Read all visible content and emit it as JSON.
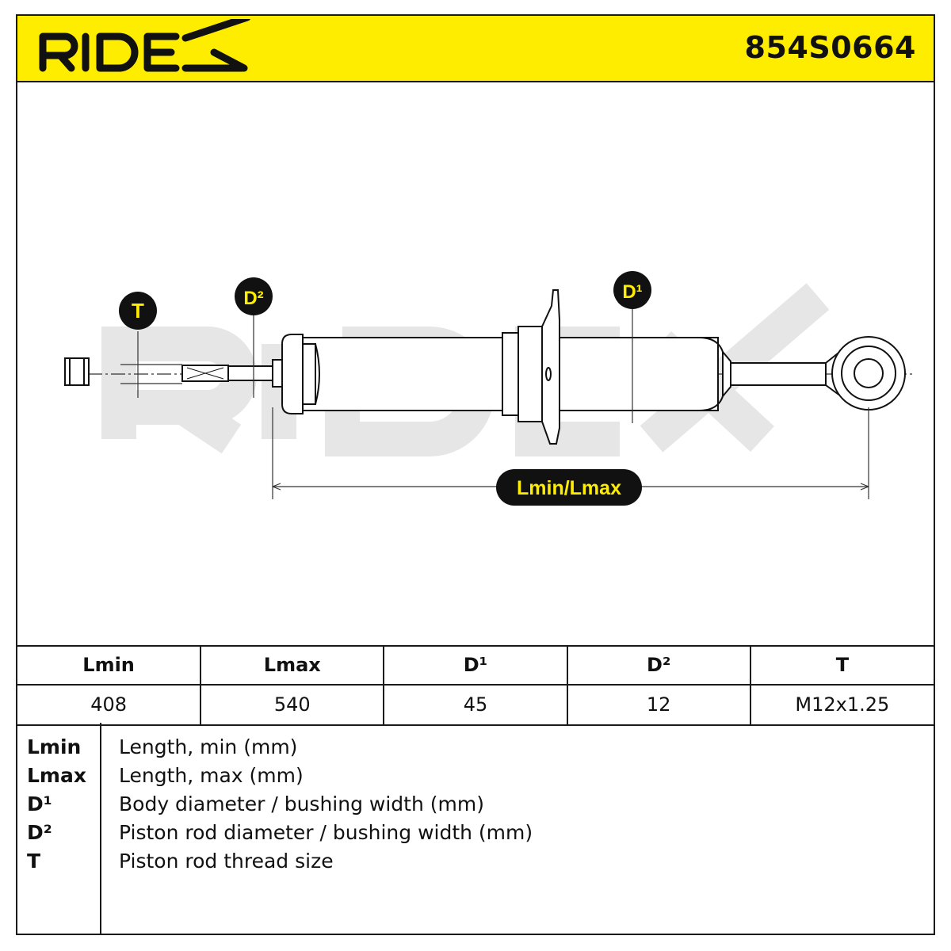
{
  "header": {
    "brand": "RIDEX",
    "part_number": "854S0664",
    "background_color": "#ffed00"
  },
  "drawing": {
    "watermark": "RIDEX",
    "labels": {
      "t": "T",
      "d2": "D²",
      "d1": "D¹",
      "length": "Lmin/Lmax"
    }
  },
  "specs": {
    "columns": [
      "Lmin",
      "Lmax",
      "D¹",
      "D²",
      "T"
    ],
    "values": [
      "408",
      "540",
      "45",
      "12",
      "M12x1.25"
    ]
  },
  "legend": [
    {
      "key": "Lmin",
      "desc": "Length, min (mm)"
    },
    {
      "key": "Lmax",
      "desc": "Length, max (mm)"
    },
    {
      "key": "D¹",
      "desc": "Body diameter / bushing width (mm)"
    },
    {
      "key": "D²",
      "desc": "Piston rod diameter / bushing width (mm)"
    },
    {
      "key": "T",
      "desc": "Piston rod thread size"
    }
  ]
}
